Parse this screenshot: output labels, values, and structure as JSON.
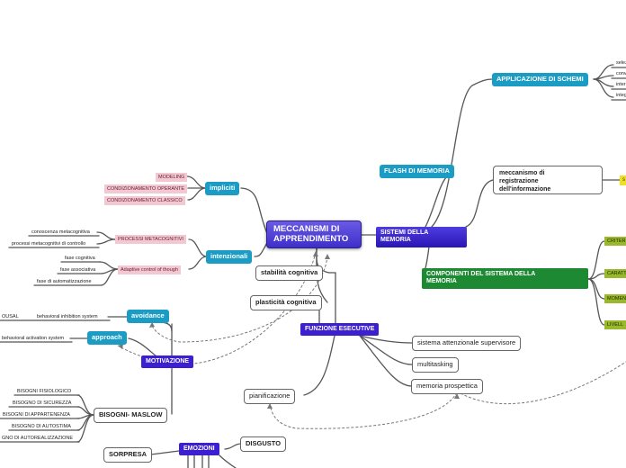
{
  "central": {
    "line1": "MECCANISMI DI",
    "line2": "APPRENDIMENTO"
  },
  "impliciti": {
    "label": "impliciti",
    "children": [
      "MODELING",
      "CONDIZIONAMENTO OPERANTE",
      "CONDIZIONAMENTO CLASSICO"
    ]
  },
  "intenzionali": {
    "label": "intenzionali",
    "processi": {
      "label": "PROCESSI METACOGNITIVI",
      "children": [
        "conoscenza metacognitiva",
        "processi metacognitivi di controllo"
      ]
    },
    "adaptive": {
      "label": "Adaptive control of though",
      "children": [
        "fase cognitiva",
        "fase associativa",
        "fase di automatizzazione"
      ]
    }
  },
  "motivazione": {
    "label": "MOTIVAZIONE",
    "avoidance": {
      "label": "avoidance",
      "child": "behavioral inhibition system",
      "cut_text": "OUSAL"
    },
    "approach": {
      "label": "approach",
      "child": "behavioral activation system"
    }
  },
  "maslow": {
    "label": "BISOGNI- MASLOW",
    "children": [
      "BISOGNI FISIOLOGICO",
      "BISOGNO DI SICUREZZA",
      "BISOGNI DI APPARTENENZA",
      "BISOGNO DI AUTOSTIMA",
      "GNO DI AUTOREALIZZAZIONE"
    ]
  },
  "emozioni": {
    "label": "EMOZIONI",
    "sorpresa": "SORPRESA",
    "disgusto": "DISGUSTO"
  },
  "funzione": {
    "label": "FUNZIONE ESECUTIVE",
    "stabilita": "stabilità cognitiva",
    "plasticita": "plasticità cognitiva",
    "pianificazione": "pianificazione",
    "sistema": "sistema attenzionale supervisore",
    "multitasking": "multitasking",
    "memoria_prospettica": "memoria prospettica"
  },
  "memoria": {
    "sistemi": {
      "line1": "SISTEMI DELLA",
      "line2": "MEMORIA"
    },
    "flash": "FLASH DI MEMORIA",
    "applicazione": {
      "label": "APPLICAZIONE DI SCHEMI",
      "children": [
        "selez",
        "conv",
        "inter",
        "integ"
      ]
    },
    "meccanismo": {
      "line1": "meccanismo di",
      "line2": "registrazione",
      "line3": "dell'informazione",
      "cut_child": "s"
    },
    "componenti": {
      "line1": "COMPONENTI DEL SISTEMA DELLA",
      "line2": "MEMORIA",
      "children": [
        "CRITER",
        "CARATT",
        "MOMEN",
        "LIVELL"
      ]
    }
  },
  "colors": {
    "blue": "#1a9cc4",
    "purple": "#3b1fd1",
    "green": "#1d8a33",
    "pink": "#f2c9d3",
    "olive": "#9ab82c",
    "yellow": "#f0e020",
    "line": "#555555"
  }
}
